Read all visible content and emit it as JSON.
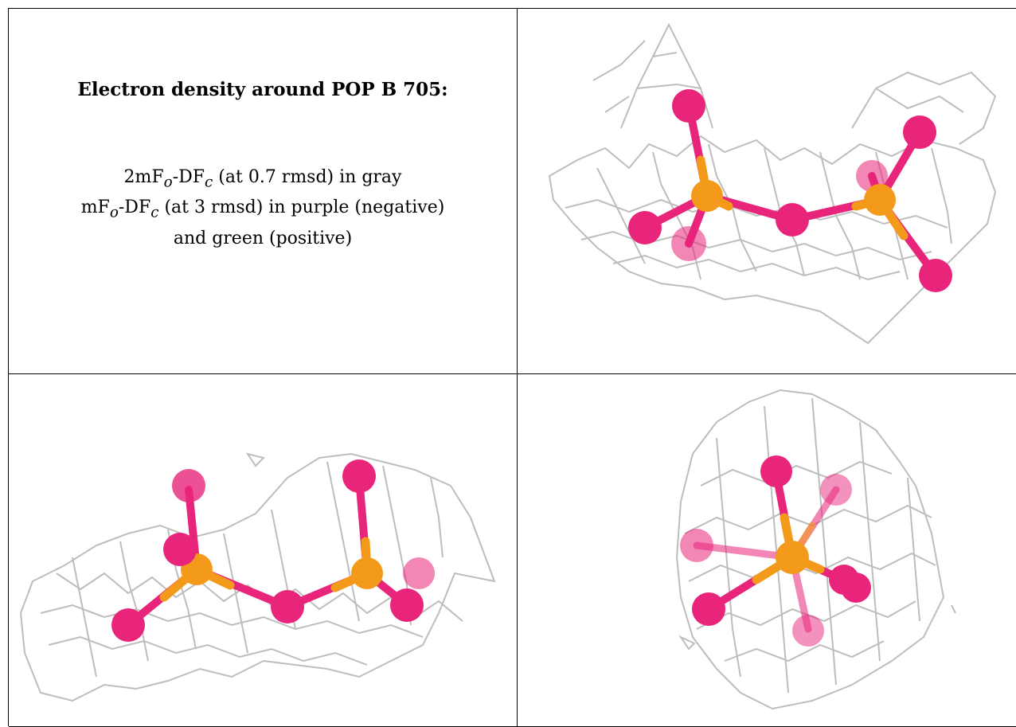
{
  "caption": {
    "heading": "Electron density around POP B 705:",
    "line1_prefix": "2mF",
    "line1_sub1": "o",
    "line1_mid": "-DF",
    "line1_sub2": "c",
    "line1_rest": " (at 0.7 rmsd) in gray",
    "line2_prefix": "mF",
    "line2_sub1": "o",
    "line2_mid": "-DF",
    "line2_sub2": "c",
    "line2_rest": " (at 3 rmsd) in purple (negative)",
    "line3": "and green (positive)"
  },
  "colors": {
    "mesh": "#bdbdbd",
    "oxygen": "#e8257a",
    "phosphorus": "#f39a1b",
    "border": "#000000"
  }
}
